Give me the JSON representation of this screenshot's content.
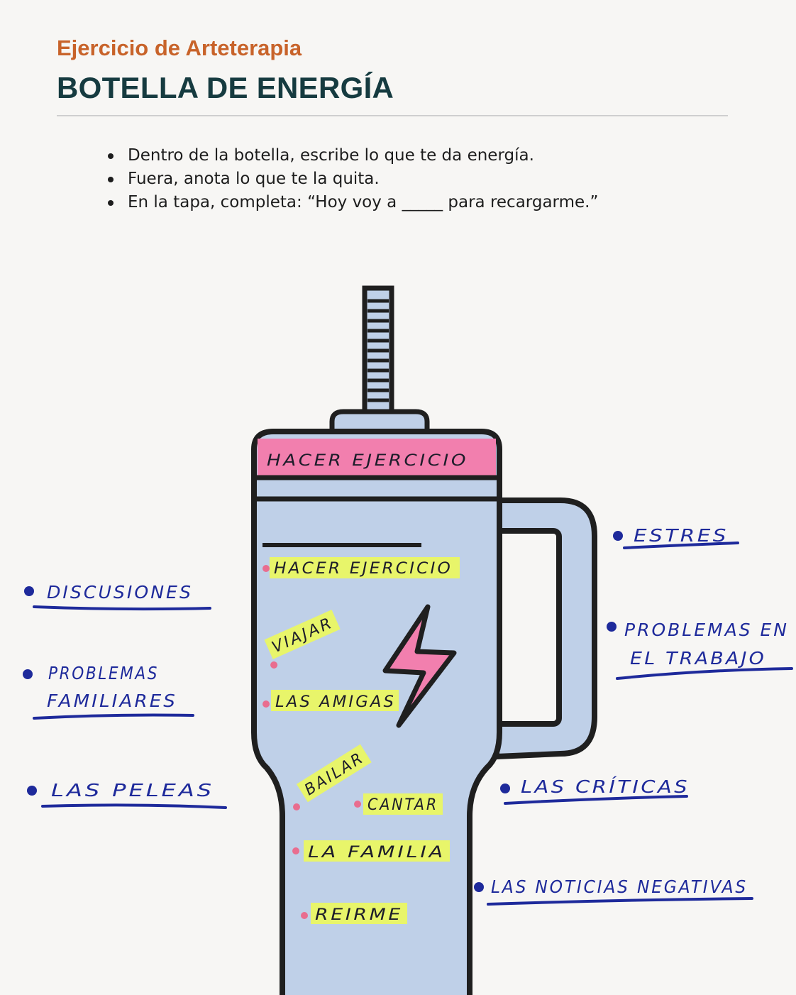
{
  "header": {
    "kicker": "Ejercicio de Arteterapia",
    "title": "BOTELLA DE ENERGÍA"
  },
  "instructions": [
    "Dentro de la botella, escribe lo que te da energía.",
    "Fuera, anota lo que te la quita.",
    "En la tapa, completa: “Hoy voy a _____ para recargarme.”"
  ],
  "bottle": {
    "lid_text": "HACER EJERCICIO",
    "inside": [
      "HACER EJERCICIO",
      "VIAJAR",
      "LAS AMIGAS",
      "BAILAR",
      "CANTAR",
      "LA FAMILIA",
      "REIRME"
    ]
  },
  "outside": {
    "left": [
      "DISCUSIONES",
      "PROBLEMAS",
      "FAMILIARES",
      "LAS PELEAS"
    ],
    "right": [
      "ESTRES",
      "PROBLEMAS EN",
      "EL TRABAJO",
      "LAS CRÍTICAS",
      "LAS NOTICIAS NEGATIVAS"
    ]
  },
  "icons": [
    "lightning-bolt-icon",
    "bullet-dot-icon"
  ],
  "colors": {
    "kicker": "#c8632a",
    "title": "#163b40",
    "bottle_fill": "#bfd0e8",
    "lid_band": "#f27fae",
    "highlight": "#e8f56a",
    "bolt": "#f27fae",
    "ink_blue": "#1e2a9b",
    "pink_dot": "#e96d8f"
  }
}
